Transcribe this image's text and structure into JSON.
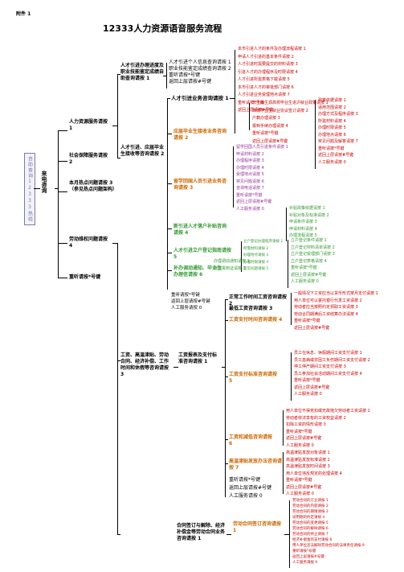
{
  "header": {
    "attachment": "附件 1",
    "title": "12333人力资源语音服务流程"
  },
  "left_box": "自助查询12333热线",
  "root": "来电咨询",
  "level1": [
    "人力资源服务请按 1",
    "社会保障服务请按 2",
    "本月热点问题请按 3（参见热点问题架构）",
    "劳动维权问题请按 4",
    "重听请按*号键"
  ],
  "level2": {
    "hr_a": "人才引进办理进度及职业技能鉴定成绩自助查询请按 1",
    "hr_b": "人才引进、应届毕业生接收等咨询请按 2",
    "labor": "工资、高温津贴、劳动合同、经济补偿、工作时间和休假等咨询请按 3",
    "contract": "合同签订与解除、经济补偿金等劳动合同业务咨询请按 1"
  },
  "hr_a_items": [
    "人才引进个人信息查询请按 1",
    "职业技能鉴定成绩查询请按 2",
    "重听请按*号键",
    "返回上层请按#号键"
  ],
  "hr_b_items": [
    "人才引进业务咨询请按 1",
    "应届毕业生接收业务咨询请按 2",
    "留学回国人员引进业务咨询请按 3",
    "新引进人才落户补贴咨询请按 4",
    "人才引进立户登记指南请按 5",
    "补办调动通知、毕业生办理信请按 6",
    "重听请按*号键",
    "返回上层请按#号键",
    "人工服务请按 0"
  ],
  "hr_b1_detail": [
    "本市引进人才的条件及办理流程请按 1",
    "申请人才引进的基本条件请按 2",
    "人才引进时需要提交的材料请按 3",
    "引进人才的办理程序及时限请按 4",
    "人才引进所需表格下载请按 5",
    "本市引进人才的审批部门请按 6",
    "人才引进业务受理地点请按 7",
    "重听请按*号键",
    "返回上层请按#号键"
  ],
  "hr_b2_detail": [
    "非上海生源高校毕业生进沪就业政策请按 1",
    "高校毕业生就业协议签订请按 2",
    "户籍办理请按 3",
    "报到手续办理请按 4",
    "重听请按*号键",
    "返回上层请按#号键"
  ],
  "hr_b2_right": [
    "政策依据请按 1",
    "适用范围请按 2",
    "办理方式及程序请按 3",
    "所需材料请按 4",
    "办理时限请按 5",
    "办理地点请按 6",
    "常见问题及解答请按 7",
    "重听请按*号键",
    "返回上层请按#号键",
    "人工服务请按 0"
  ],
  "hr_b3_detail": [
    "留学回国人员引进条件请按 1",
    "申请材料请按 2",
    "办理程序请按 3",
    "办理时限请按 4",
    "受理地点请按 5",
    "常见问题请按 6",
    "咨询电话请按 7",
    "重听请按*号键",
    "返回上层请按#号键",
    "人工服务请按 0"
  ],
  "hr_b4_detail": [
    "补贴政策依据请按 1",
    "补贴对象及标准请按 2",
    "申请条件请按 3",
    "申请材料请按 4",
    "办理流程请按 5"
  ],
  "hr_b5_left": [
    "立户登记办理程序请按 1",
    "所需材料请按 2",
    "办理地点请按 3",
    "办理时限请按 4",
    "常见问题请按 5"
  ],
  "hr_b5_right": [
    "立户登记条件请按 1",
    "立户登记材料清单请按 2",
    "立户登记受理部门请按 3",
    "立户登记表格请按 4",
    "重听请按*号键",
    "返回上层请按#号键",
    "人工服务请按 0"
  ],
  "hr_b6_items": [
    "办理调动通知请按 1",
    "办理报到证请按 2"
  ],
  "labor_items": [
    "工资报表及支付标准咨询请按 1",
    "正常工作时间工资咨询请按 2",
    "最低工资咨询请按 3",
    "工资支付时间咨询请按 4",
    "工资支付标准咨询请按 5",
    "工资和减低咨询请按 6",
    "高温津贴发放办法咨询请按 7",
    "重听请按*号键",
    "返回上层请按#号键",
    "人工服务请按 0"
  ],
  "labor1_detail": [
    "一般情况下工资应当以货币形式按月支付请按 1",
    "用人单位可以委托银行代发工资请按 2",
    "劳动者应当按照约定领取工资请按 3",
    "劳动合同期满后工资结算办法请按 4",
    "重听请按*号键",
    "返回上层请按#号键"
  ],
  "labor5_detail": [
    "员工在休息、休假期间工资支付请按 1",
    "员工患病或非因工负伤期间工资支付请按 2",
    "停工停产期间工资支付请按 3",
    "员工参加社会活动期间工资支付请按 4",
    "重听请按*号键",
    "返回上层请按#号键",
    "人工服务请按 0"
  ],
  "labor6_detail": [
    "用人单位不得克扣或无故拖欠劳动者工资请按 1",
    "劳动者依法享有的工资权益请按 2",
    "扣除工资的情形请按 3",
    "重听请按*号键",
    "返回上层请按#号键",
    "人工服务请按 0"
  ],
  "labor7_detail": [
    "高温津贴发放对象请按 1",
    "高温津贴发放标准请按 2",
    "高温津贴发放时间请按 3",
    "用人单位违反规定的处理请按 4",
    "重听请按*号键",
    "返回上层请按#号键",
    "人工服务请按 0"
  ],
  "contract_label": "劳动合同签订咨询请按 1",
  "contract_detail": [
    "劳动合同的订立请按 1",
    "劳动合同的内容请按 2",
    "劳动合同的期限请按 3",
    "试用期的约定请按 4",
    "劳动合同的变更请按 5",
    "劳动合同的解除请按 6",
    "劳动合同的终止请按 7",
    "经济补偿金的支付请按 8",
    "用人单位违法解除劳动合同的法律责任请按 9",
    "重听请按*号键",
    "返回上层请按#号键",
    "人工服务请按 0"
  ]
}
